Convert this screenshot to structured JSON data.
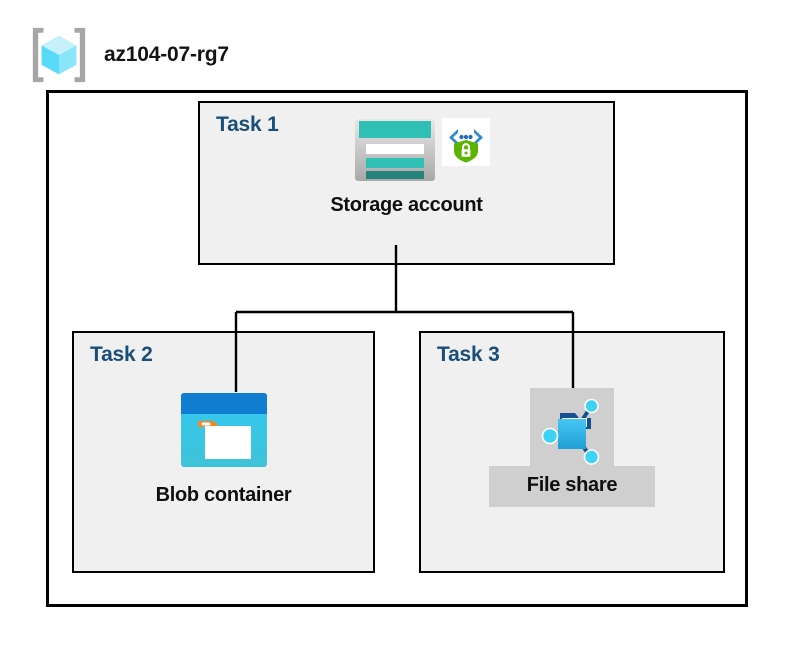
{
  "diagram": {
    "type": "azure-architecture",
    "resource_group": {
      "name": "az104-07-rg7",
      "icon": "resource-group-cube-icon"
    },
    "tasks": [
      {
        "id": "task1",
        "label": "Task 1",
        "node_label": "Storage account",
        "icons": [
          "storage-account-icon",
          "secure-endpoint-shield-lock-icon"
        ],
        "highlighted": false
      },
      {
        "id": "task2",
        "label": "Task 2",
        "node_label": "Blob container",
        "icons": [
          "blob-container-icon"
        ],
        "highlighted": false
      },
      {
        "id": "task3",
        "label": "Task 3",
        "node_label": "File share",
        "icons": [
          "file-share-folder-icon"
        ],
        "highlighted": true
      }
    ],
    "connections": [
      {
        "from": "Storage account",
        "to": "Blob container"
      },
      {
        "from": "Storage account",
        "to": "File share"
      }
    ],
    "colors": {
      "task_label": "#1a4e79",
      "box_border": "#000000",
      "box_fill": "#f0f0f0",
      "canvas": "#ffffff",
      "highlight": "#cfcfcf",
      "storage_teal": "#2fbfb4",
      "storage_teal_dark": "#23847c",
      "blob_blue": "#0f7ed0",
      "blob_cyan": "#32c5ef",
      "blob_orange": "#f2881f",
      "fileshare_blue": "#36b5e6",
      "shield_green": "#5cb300",
      "bracket_blue": "#2e8bd4",
      "cube_cyan": "#8fe4fb",
      "bracket_gray": "#a6a6a6"
    }
  }
}
